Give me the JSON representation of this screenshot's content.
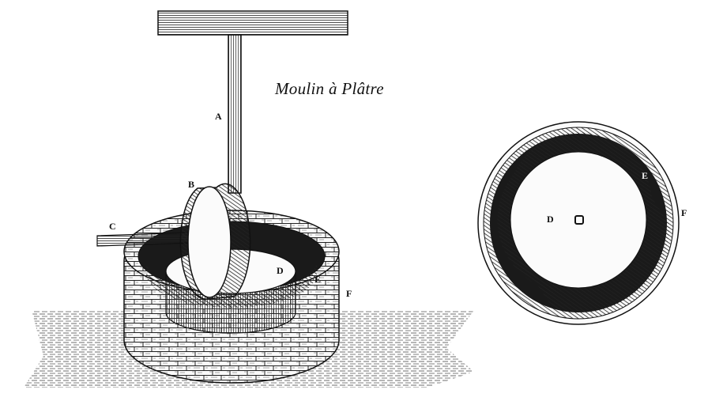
{
  "title": "Moulin à Plâtre",
  "labels": {
    "A": "A",
    "B": "B",
    "C": "C",
    "D_left": "D",
    "E_left": "E",
    "F_left": "F",
    "D_right": "D",
    "E_right": "E",
    "F_right": "F"
  },
  "colors": {
    "ink": "#111111",
    "paper": "#ffffff",
    "shade": "#1a1a1a"
  }
}
